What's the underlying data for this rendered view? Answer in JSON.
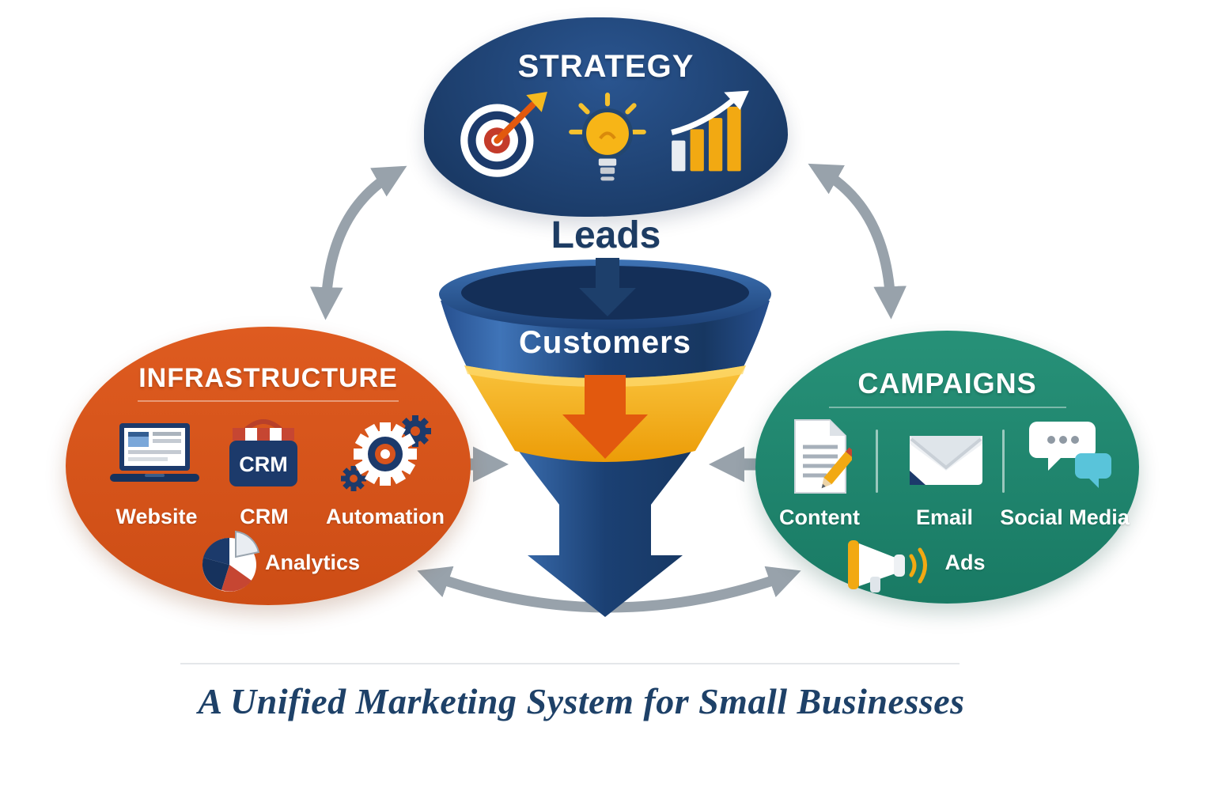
{
  "caption": "A Unified Marketing System for Small Businesses",
  "strategy": {
    "title": "STRATEGY",
    "icons": [
      "target-icon",
      "lightbulb-icon",
      "growth-chart-icon"
    ]
  },
  "funnel": {
    "input_label": "Leads",
    "stage_label": "Customers"
  },
  "infrastructure": {
    "title": "INFRASTRUCTURE",
    "crm_badge": "CRM",
    "items": [
      {
        "icon": "laptop-icon",
        "label": "Website"
      },
      {
        "icon": "crm-store-icon",
        "label": "CRM"
      },
      {
        "icon": "gears-icon",
        "label": "Automation"
      },
      {
        "icon": "pie-chart-icon",
        "label": "Analytics"
      }
    ]
  },
  "campaigns": {
    "title": "CAMPAIGNS",
    "items": [
      {
        "icon": "document-pencil-icon",
        "label": "Content"
      },
      {
        "icon": "envelope-icon",
        "label": "Email"
      },
      {
        "icon": "chat-bubbles-icon",
        "label": "Social Media"
      },
      {
        "icon": "megaphone-icon",
        "label": "Ads"
      }
    ]
  },
  "colors": {
    "navy": "#1c3a6b",
    "funnel_blue": "#2b5a9e",
    "funnel_dark": "#142f58",
    "gold_band": "#f2a912",
    "orange_oval": "#d7531c",
    "orange_arrow": "#e2590e",
    "teal_oval": "#1f8a72",
    "connector_gray": "#98a2ab",
    "caption_navy": "#1e4168"
  }
}
